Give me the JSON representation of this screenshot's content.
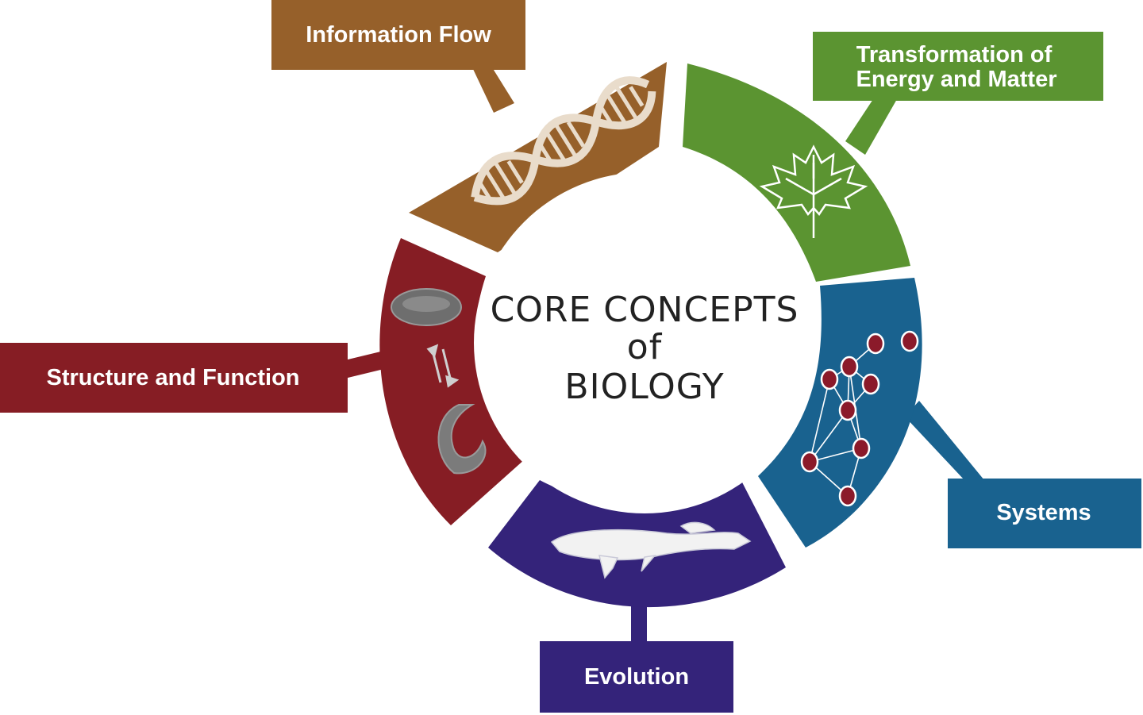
{
  "center": {
    "line1": "CORE CONCEPTS",
    "line2": "of",
    "line3": "BIOLOGY"
  },
  "concepts": [
    {
      "id": "information-flow",
      "label": "Information Flow",
      "color": "#96602a",
      "icon": "dna-icon"
    },
    {
      "id": "transformation",
      "label_line1": "Transformation of",
      "label_line2": "Energy and Matter",
      "color": "#5b9431",
      "icon": "leaf-icon"
    },
    {
      "id": "systems",
      "label": "Systems",
      "color": "#19628f",
      "icon": "network-icon"
    },
    {
      "id": "evolution",
      "label": "Evolution",
      "color": "#34237a",
      "icon": "fish-icon"
    },
    {
      "id": "structure-function",
      "label": "Structure and Function",
      "color": "#861d24",
      "icon": "blood-cell-icon"
    }
  ]
}
